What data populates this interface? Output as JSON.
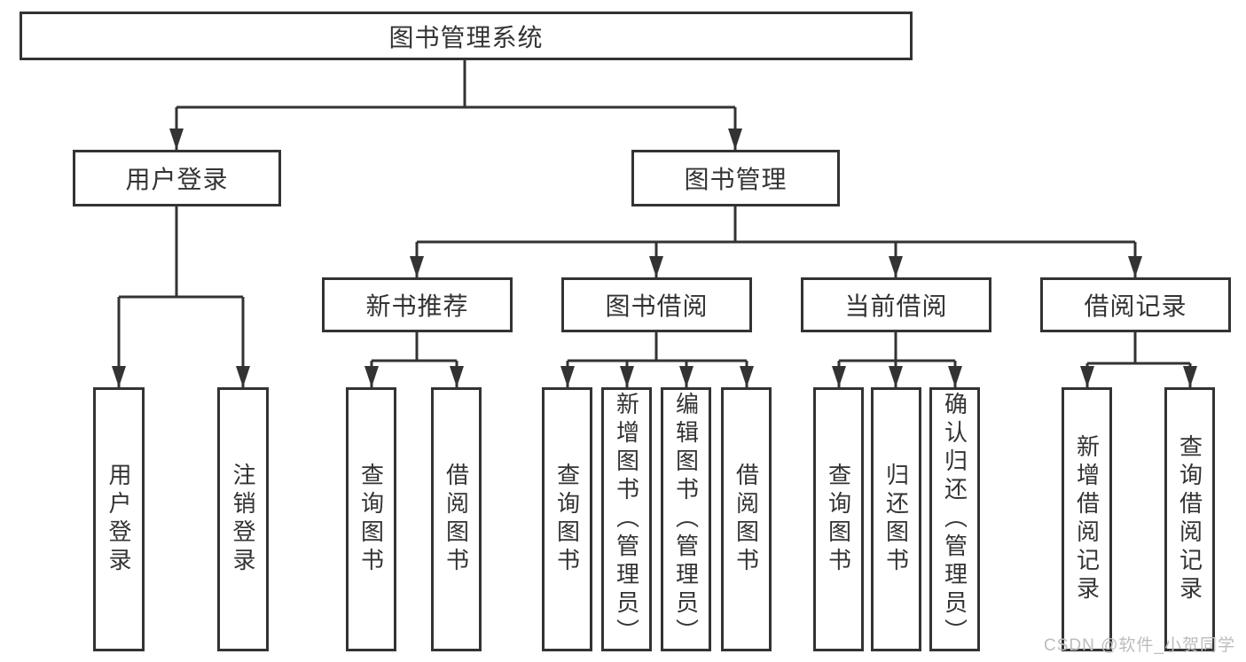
{
  "diagram_title": "图书管理系统",
  "nodes": {
    "root": {
      "label": "图书管理系统"
    },
    "user_login": {
      "label": "用户登录"
    },
    "book_mgmt": {
      "label": "图书管理"
    },
    "new_book_recommend": {
      "label": "新书推荐"
    },
    "book_borrow": {
      "label": "图书借阅"
    },
    "current_borrow": {
      "label": "当前借阅"
    },
    "borrow_record": {
      "label": "借阅记录"
    },
    "leaf_user_login": {
      "label": "用户登录"
    },
    "leaf_logout": {
      "label": "注销登录"
    },
    "leaf_query_book_recommend": {
      "label": "查询图书"
    },
    "leaf_borrow_book_recommend": {
      "label": "借阅图书"
    },
    "leaf_query_book_borrow": {
      "label": "查询图书"
    },
    "leaf_add_book_admin": {
      "label": "新增图书（管理员）"
    },
    "leaf_edit_book_admin": {
      "label": "编辑图书（管理员）"
    },
    "leaf_borrow_book": {
      "label": "借阅图书"
    },
    "leaf_query_book_current": {
      "label": "查询图书"
    },
    "leaf_return_book": {
      "label": "归还图书"
    },
    "leaf_confirm_return_admin": {
      "label": "确认归还（管理员）"
    },
    "leaf_add_borrow_record": {
      "label": "新增借阅记录"
    },
    "leaf_query_borrow_record": {
      "label": "查询借阅记录"
    }
  },
  "hierarchy": {
    "图书管理系统": {
      "用户登录": [
        "用户登录",
        "注销登录"
      ],
      "图书管理": {
        "新书推荐": [
          "查询图书",
          "借阅图书"
        ],
        "图书借阅": [
          "查询图书",
          "新增图书（管理员）",
          "编辑图书（管理员）",
          "借阅图书"
        ],
        "当前借阅": [
          "查询图书",
          "归还图书",
          "确认归还（管理员）"
        ],
        "借阅记录": [
          "新增借阅记录",
          "查询借阅记录"
        ]
      }
    }
  },
  "watermark": "CSDN @软件_小贺同学",
  "colors": {
    "line": "#333333",
    "text": "#333333",
    "box_bg": "#ffffff",
    "background": "#ffffff",
    "watermark": "#bcbcbc"
  }
}
